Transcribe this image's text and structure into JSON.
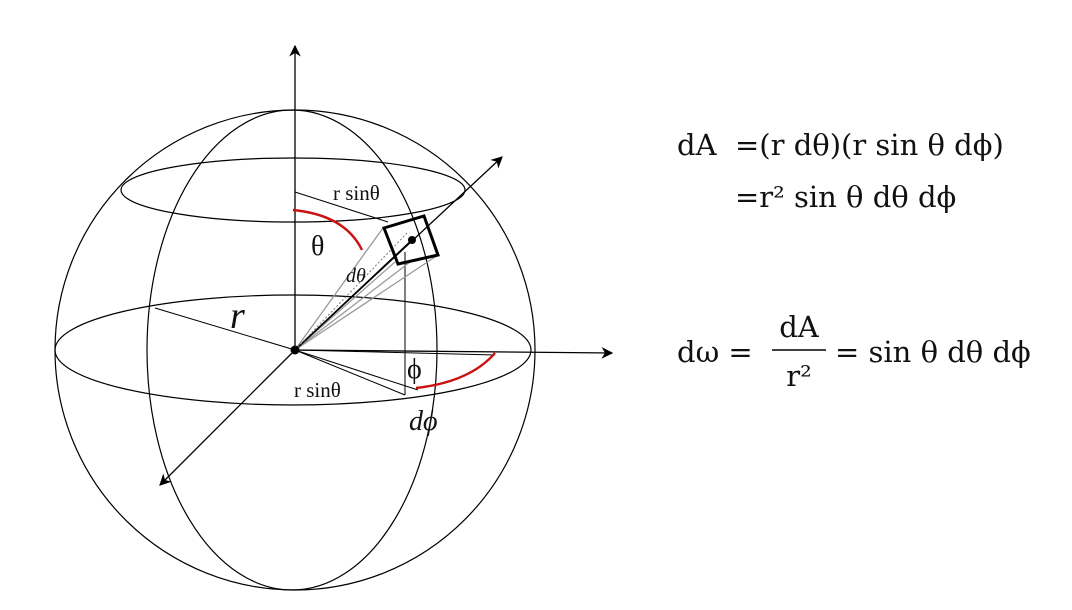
{
  "diagram": {
    "colors": {
      "stroke": "#000000",
      "accent_arc": "#cc1111",
      "gray_rays": "#999999"
    },
    "labels": {
      "r_sin_theta_top": "r sinθ",
      "theta": "θ",
      "d_theta": "dθ",
      "r": "r",
      "phi": "ϕ",
      "r_sin_theta_bottom": "r sinθ",
      "d_phi": "dϕ"
    }
  },
  "equations": {
    "dA_line1": {
      "lhs": "dA",
      "rhs": "=(r dθ)(r sin θ dϕ)"
    },
    "dA_line2": {
      "rhs": "=r² sin θ dθ dϕ"
    },
    "domega": {
      "lhs": "dω =",
      "numerator": "dA",
      "denominator": "r²",
      "rhs": "= sin θ dθ dϕ"
    }
  }
}
